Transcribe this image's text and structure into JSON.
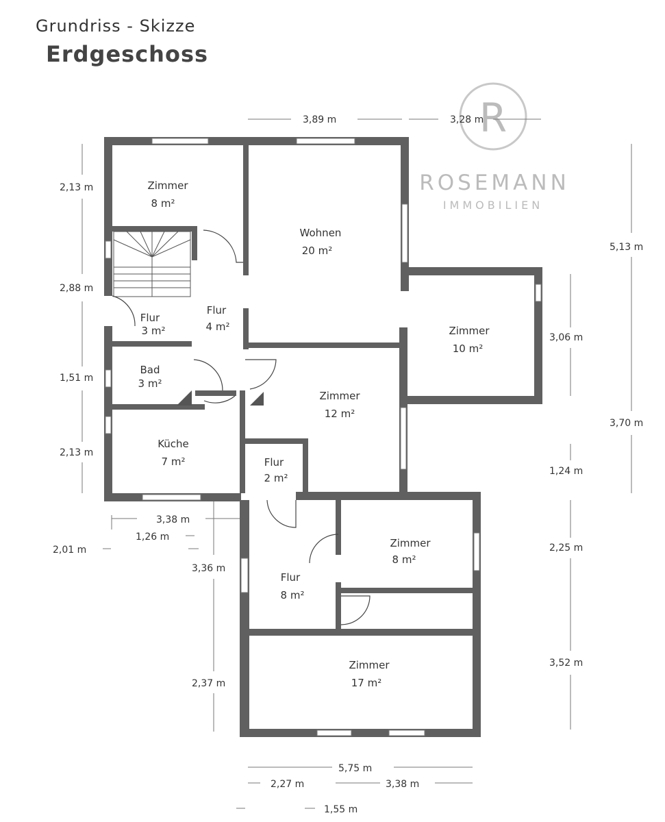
{
  "header": {
    "title": "Grundriss - Skizze",
    "subtitle": "Erdgeschoss"
  },
  "logo": {
    "letter": "R",
    "name": "ROSEMANN",
    "tagline": "IMMOBILIEN",
    "color": "#bbbbbb"
  },
  "rooms": [
    {
      "name": "Zimmer",
      "area": "8 m²"
    },
    {
      "name": "Wohnen",
      "area": "20 m²"
    },
    {
      "name": "Flur",
      "area": "4 m²"
    },
    {
      "name": "Flur",
      "area": "3 m²"
    },
    {
      "name": "Zimmer",
      "area": "10 m²"
    },
    {
      "name": "Bad",
      "area": "3 m²"
    },
    {
      "name": "Zimmer",
      "area": "12 m²"
    },
    {
      "name": "Küche",
      "area": "7 m²"
    },
    {
      "name": "Flur",
      "area": "2 m²"
    },
    {
      "name": "Zimmer",
      "area": "8 m²"
    },
    {
      "name": "Flur",
      "area": "8 m²"
    },
    {
      "name": "Zimmer",
      "area": "17 m²"
    }
  ],
  "dimensions": {
    "top_1": "3,89 m",
    "top_2": "3,28 m",
    "left_1": "2,13 m",
    "left_2": "2,88 m",
    "left_3": "1,51 m",
    "left_4": "2,13 m",
    "right_1": "5,13 m",
    "right_2": "3,06 m",
    "right_3": "3,70 m",
    "right_4": "1,24 m",
    "right_5": "2,25 m",
    "right_6": "3,52 m",
    "mid_1": "3,38 m",
    "mid_2": "1,26 m",
    "mid_3": "2,01 m",
    "lower_left_1": "3,36 m",
    "lower_left_2": "2,37 m",
    "bottom_1": "5,75 m",
    "bottom_2": "2,27 m",
    "bottom_3": "3,38 m",
    "bottom_4": "1,55 m"
  }
}
